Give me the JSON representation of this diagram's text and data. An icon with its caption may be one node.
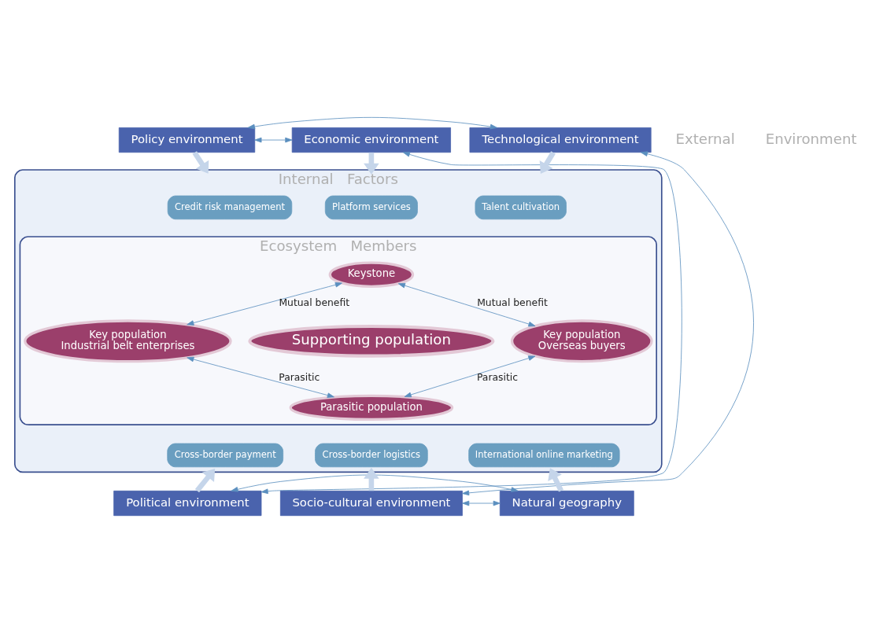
{
  "diagram": {
    "nodes": [
      {
        "text": [
          "Policy environment"
        ]
      },
      {
        "text": [
          "Economic environment"
        ]
      },
      {
        "text": [
          "Technological environment"
        ]
      },
      {
        "text": [
          "Political environment"
        ]
      },
      {
        "text": [
          "Socio-cultural environment"
        ]
      },
      {
        "text": [
          "Natural geography"
        ]
      },
      {
        "text": [
          "Internal",
          "Factors"
        ]
      },
      {
        "text": [
          "Credit risk management"
        ],
        "in": 6
      },
      {
        "text": [
          "Platform services"
        ],
        "in": 6
      },
      {
        "text": [
          "Talent cultivation"
        ],
        "in": 6
      },
      {
        "text": [
          "Cross-border payment"
        ],
        "in": 6
      },
      {
        "text": [
          "Cross-border logistics"
        ],
        "in": 6
      },
      {
        "text": [
          "International online marketing"
        ],
        "in": 6
      },
      {
        "text": [
          "Ecosystem",
          "Members"
        ],
        "in": 6
      },
      {
        "text": [
          "Keystone"
        ],
        "in": 13
      },
      {
        "text": [
          "Key population",
          "Industrial belt enterprises"
        ],
        "in": 13
      },
      {
        "text": [
          "Supporting population"
        ],
        "in": 13
      },
      {
        "text": [
          "Key population",
          "Overseas buyers"
        ],
        "in": 13
      },
      {
        "text": [
          "Parasitic population"
        ],
        "in": 13
      }
    ],
    "edges": [
      {
        "from": 0,
        "to": 6,
        "arrow": "to",
        "style": "thick",
        "color": "#c5d5ea"
      },
      {
        "from": 1,
        "to": 6,
        "arrow": "to",
        "style": "thick",
        "color": "#c5d5ea"
      },
      {
        "from": 2,
        "to": 6,
        "arrow": "to",
        "style": "thick",
        "color": "#c5d5ea"
      },
      {
        "from": 3,
        "to": 6,
        "arrow": "to",
        "style": "thick",
        "color": "#c5d5ea"
      },
      {
        "from": 4,
        "to": 6,
        "arrow": "to",
        "style": "thick",
        "color": "#c5d5ea"
      },
      {
        "from": 5,
        "to": 6,
        "arrow": "to",
        "style": "thick",
        "color": "#c5d5ea"
      },
      {
        "from": 1,
        "to": 0,
        "arrow": "both"
      },
      {
        "from": 0,
        "to": 2,
        "arrow": "both"
      },
      {
        "from": 1,
        "to": 3,
        "arrow": "both"
      },
      {
        "from": 2,
        "to": 4,
        "arrow": "both"
      },
      {
        "from": 3,
        "to": 5,
        "arrow": "both"
      },
      {
        "from": 5,
        "to": 4,
        "arrow": "both"
      },
      {
        "from": 15,
        "to": 14,
        "label": "Mutual benefit",
        "arrow": "both"
      },
      {
        "from": 14,
        "to": 17,
        "label": "Mutual benefit",
        "arrow": "both"
      },
      {
        "from": 15,
        "to": 18,
        "label": "Parasitic",
        "arrow": "both"
      },
      {
        "from": 18,
        "to": 17,
        "label": "Parasitic",
        "arrow": "both"
      }
    ],
    "labels": [
      "External",
      "Environment"
    ]
  }
}
